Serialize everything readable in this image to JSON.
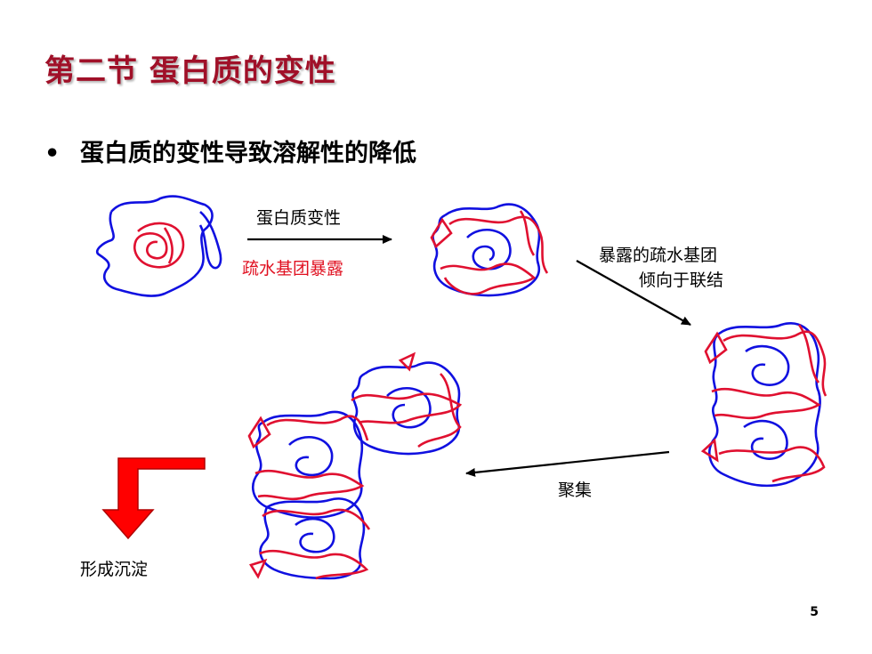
{
  "title": "第二节 蛋白质的变性",
  "bullet": {
    "marker": "•",
    "text": "蛋白质的变性导致溶解性的降低"
  },
  "diagram": {
    "step1_label": "蛋白质变性",
    "step1_sublabel": "疏水基团暴露",
    "step2_label_line1": "暴露的疏水基团",
    "step2_label_line2": "倾向于联结",
    "step3_label": "聚集",
    "result_label": "形成沉淀",
    "colors": {
      "coil_blue": "#1010e0",
      "coil_red": "#e01030",
      "arrow_fill": "#ff0000",
      "arrow_stroke": "#b00000"
    }
  },
  "page_number": "5"
}
